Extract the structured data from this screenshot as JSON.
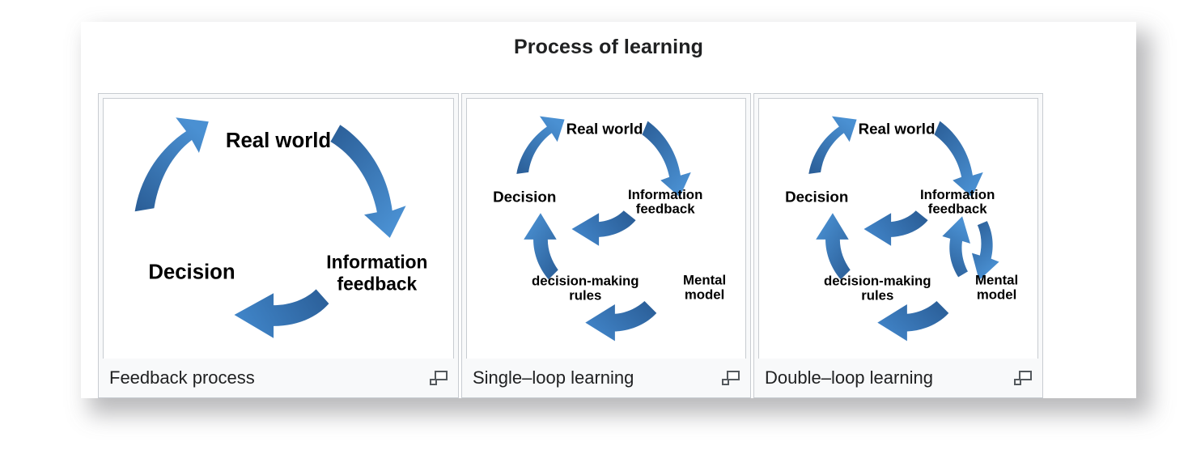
{
  "figure": {
    "title": "Process of learning",
    "accent_blue_dark": "#2a5d96",
    "accent_blue_light": "#4a90d2",
    "frame_border": "#c8ccd1",
    "caption_bg": "#f8f9fa",
    "text_color": "#202122"
  },
  "panels": [
    {
      "id": "feedback-process",
      "caption": "Feedback process",
      "magnify_icon": "magnify-icon",
      "nodes": [
        {
          "key": "real-world",
          "lines": [
            "Real world"
          ]
        },
        {
          "key": "information-feedback",
          "lines": [
            "Information",
            "feedback"
          ]
        },
        {
          "key": "decision",
          "lines": [
            "Decision"
          ]
        }
      ],
      "arrows": [
        {
          "key": "arrow-decision-to-real-world",
          "from": "Decision",
          "to": "Real world"
        },
        {
          "key": "arrow-real-world-to-information-feedback",
          "from": "Real world",
          "to": "Information feedback"
        },
        {
          "key": "arrow-information-feedback-to-decision",
          "from": "Information feedback",
          "to": "Decision"
        }
      ]
    },
    {
      "id": "single-loop-learning",
      "caption": "Single–loop learning",
      "magnify_icon": "magnify-icon",
      "nodes": [
        {
          "key": "real-world",
          "lines": [
            "Real world"
          ]
        },
        {
          "key": "information-feedback",
          "lines": [
            "Information",
            "feedback"
          ]
        },
        {
          "key": "mental-model",
          "lines": [
            "Mental",
            "model"
          ]
        },
        {
          "key": "decision-making-rules",
          "lines": [
            "decision-making",
            "rules"
          ]
        },
        {
          "key": "decision",
          "lines": [
            "Decision"
          ]
        }
      ],
      "arrows": [
        {
          "key": "arrow-decision-to-real-world",
          "from": "Decision",
          "to": "Real world"
        },
        {
          "key": "arrow-real-world-to-information-feedback",
          "from": "Real world",
          "to": "Information feedback"
        },
        {
          "key": "arrow-mental-model-to-decision-making-rules",
          "from": "Mental model",
          "to": "decision-making rules"
        },
        {
          "key": "arrow-decision-making-rules-to-decision",
          "from": "decision-making rules",
          "to": "Decision"
        },
        {
          "key": "arrow-information-feedback-to-inner",
          "from": "Information feedback",
          "to": "decision-making rules"
        }
      ]
    },
    {
      "id": "double-loop-learning",
      "caption": "Double–loop learning",
      "magnify_icon": "magnify-icon",
      "nodes": [
        {
          "key": "real-world",
          "lines": [
            "Real world"
          ]
        },
        {
          "key": "information-feedback",
          "lines": [
            "Information",
            "feedback"
          ]
        },
        {
          "key": "mental-model",
          "lines": [
            "Mental",
            "model"
          ]
        },
        {
          "key": "decision-making-rules",
          "lines": [
            "decision-making",
            "rules"
          ]
        },
        {
          "key": "decision",
          "lines": [
            "Decision"
          ]
        }
      ],
      "arrows": [
        {
          "key": "arrow-decision-to-real-world",
          "from": "Decision",
          "to": "Real world"
        },
        {
          "key": "arrow-real-world-to-information-feedback",
          "from": "Real world",
          "to": "Information feedback"
        },
        {
          "key": "arrow-mental-model-to-decision-making-rules",
          "from": "Mental model",
          "to": "decision-making rules"
        },
        {
          "key": "arrow-decision-making-rules-to-decision",
          "from": "decision-making rules",
          "to": "Decision"
        },
        {
          "key": "arrow-information-feedback-to-inner",
          "from": "Information feedback",
          "to": "decision-making rules"
        },
        {
          "key": "arrow-mental-model-to-information-feedback",
          "from": "Mental model",
          "to": "Information feedback"
        },
        {
          "key": "arrow-information-feedback-to-mental-model",
          "from": "Information feedback",
          "to": "Mental model"
        }
      ]
    }
  ]
}
